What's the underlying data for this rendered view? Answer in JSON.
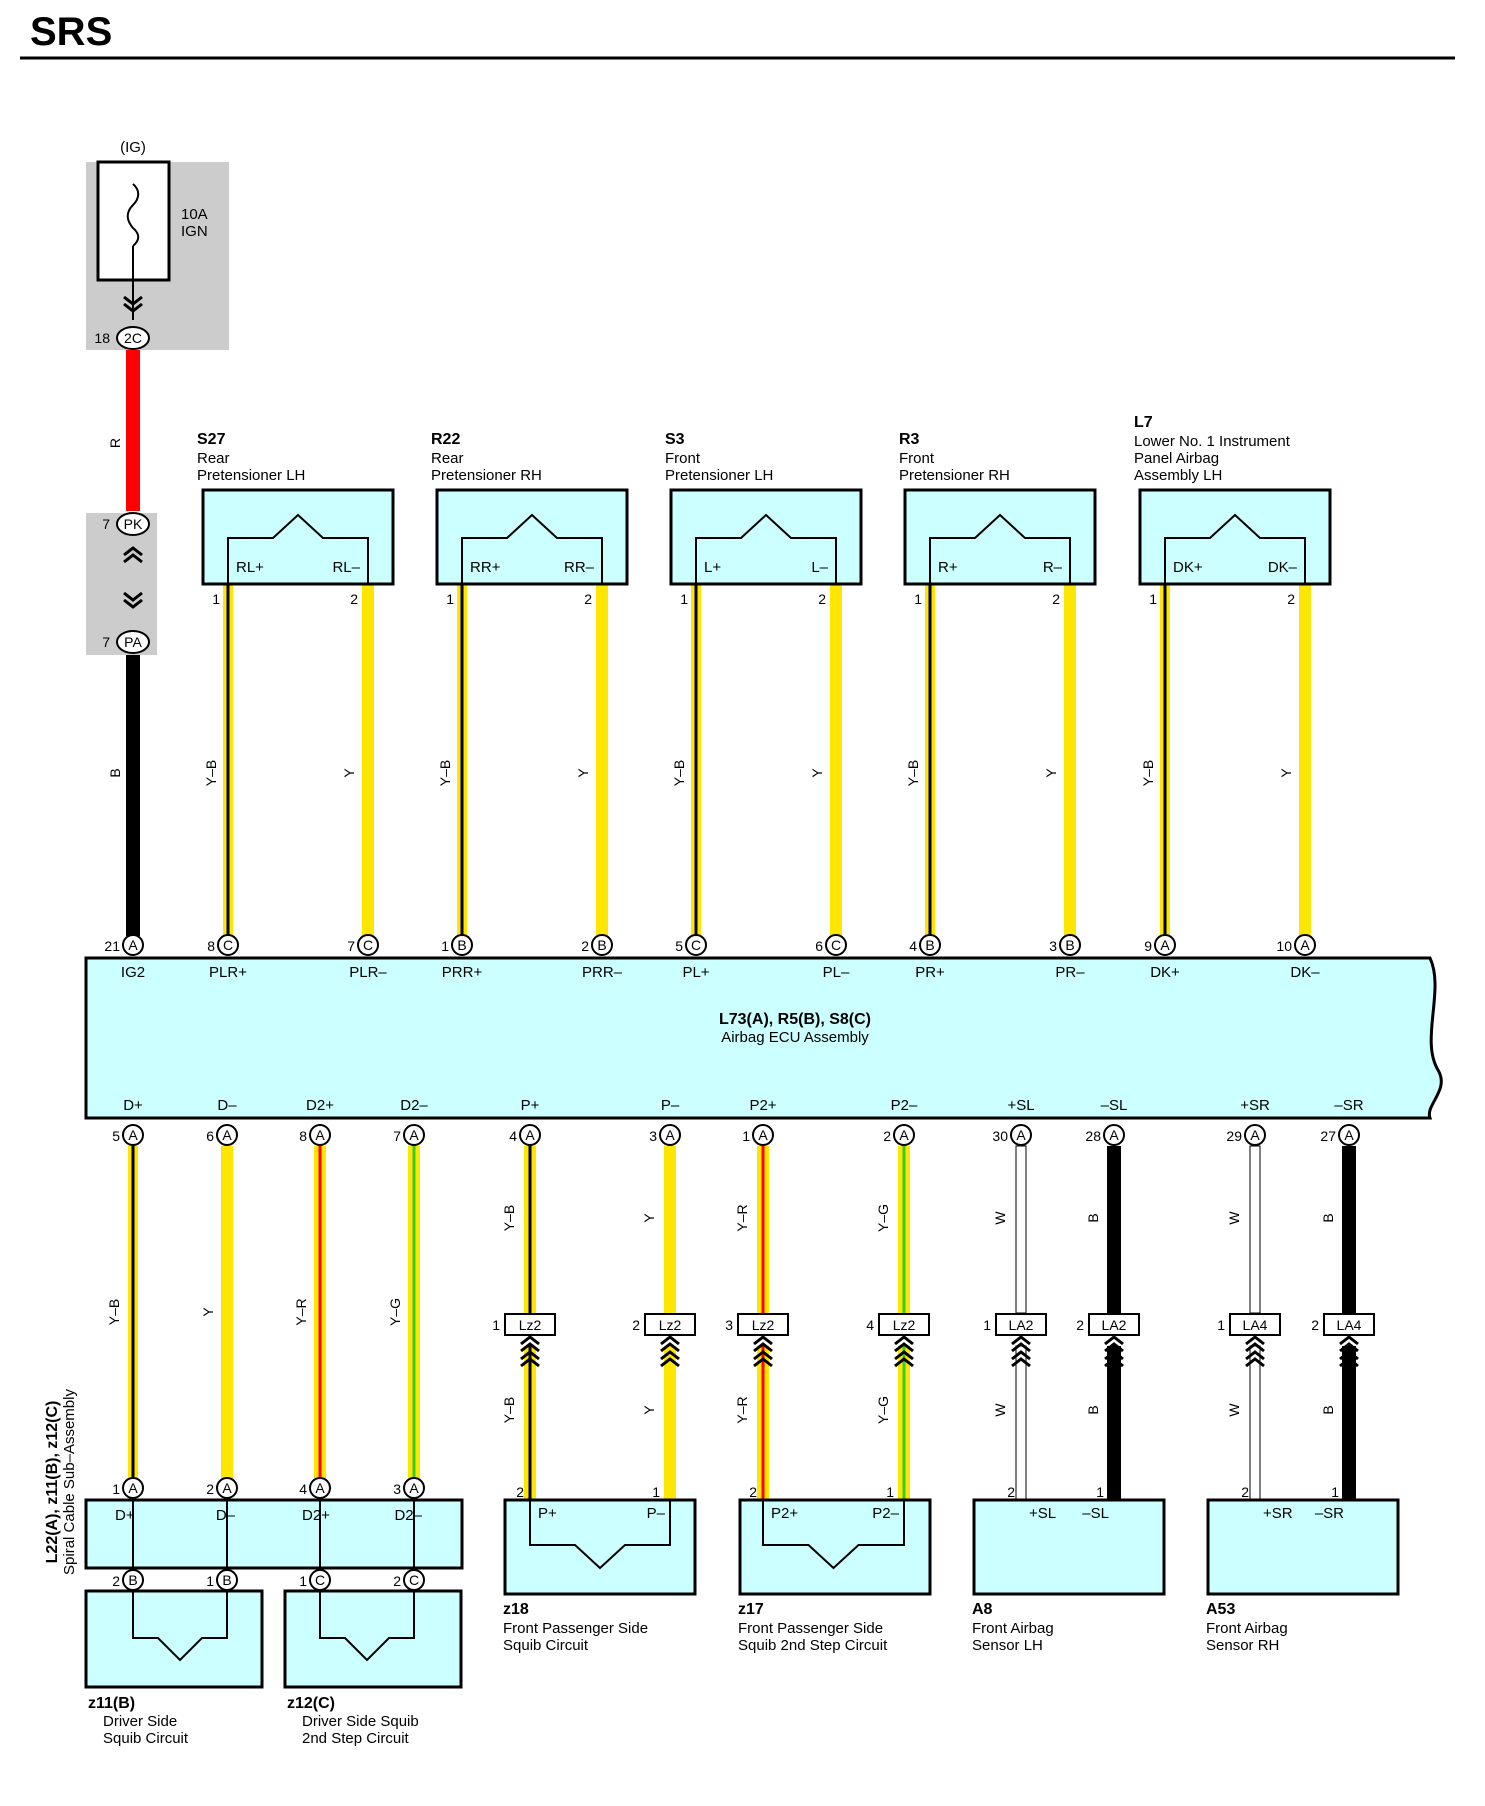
{
  "title": "SRS",
  "fuse": {
    "location": "(IG)",
    "rating": "10A",
    "name": "IGN",
    "connector": "2C",
    "pin": "18"
  },
  "junctions": [
    {
      "pin": "7",
      "code": "PK"
    },
    {
      "pin": "7",
      "code": "PA"
    }
  ],
  "supply_wires": [
    {
      "color": "R"
    },
    {
      "color": "B"
    }
  ],
  "ecu": {
    "code": "L73(A), R5(B), S8(C)",
    "name": "Airbag ECU Assembly",
    "top_pins": [
      {
        "num": "21",
        "conn": "A",
        "label": "IG2"
      },
      {
        "num": "8",
        "conn": "C",
        "label": "PLR+"
      },
      {
        "num": "7",
        "conn": "C",
        "label": "PLR–"
      },
      {
        "num": "1",
        "conn": "B",
        "label": "PRR+"
      },
      {
        "num": "2",
        "conn": "B",
        "label": "PRR–"
      },
      {
        "num": "5",
        "conn": "C",
        "label": "PL+"
      },
      {
        "num": "6",
        "conn": "C",
        "label": "PL–"
      },
      {
        "num": "4",
        "conn": "B",
        "label": "PR+"
      },
      {
        "num": "3",
        "conn": "B",
        "label": "PR–"
      },
      {
        "num": "9",
        "conn": "A",
        "label": "DK+"
      },
      {
        "num": "10",
        "conn": "A",
        "label": "DK–"
      }
    ],
    "bottom_pins": [
      {
        "num": "5",
        "conn": "A",
        "label": "D+"
      },
      {
        "num": "6",
        "conn": "A",
        "label": "D–"
      },
      {
        "num": "8",
        "conn": "A",
        "label": "D2+"
      },
      {
        "num": "7",
        "conn": "A",
        "label": "D2–"
      },
      {
        "num": "4",
        "conn": "A",
        "label": "P+"
      },
      {
        "num": "3",
        "conn": "A",
        "label": "P–"
      },
      {
        "num": "1",
        "conn": "A",
        "label": "P2+"
      },
      {
        "num": "2",
        "conn": "A",
        "label": "P2–"
      },
      {
        "num": "30",
        "conn": "A",
        "label": "+SL"
      },
      {
        "num": "28",
        "conn": "A",
        "label": "–SL"
      },
      {
        "num": "29",
        "conn": "A",
        "label": "+SR"
      },
      {
        "num": "27",
        "conn": "A",
        "label": "–SR"
      }
    ]
  },
  "top_components": [
    {
      "code": "S27",
      "lines": [
        "Rear",
        "Pretensioner LH"
      ],
      "pin_plus": "RL+",
      "pin_minus": "RL–",
      "num_plus": "1",
      "num_minus": "2",
      "wire_plus": "Y–B",
      "wire_minus": "Y"
    },
    {
      "code": "R22",
      "lines": [
        "Rear",
        "Pretensioner RH"
      ],
      "pin_plus": "RR+",
      "pin_minus": "RR–",
      "num_plus": "1",
      "num_minus": "2",
      "wire_plus": "Y–B",
      "wire_minus": "Y"
    },
    {
      "code": "S3",
      "lines": [
        "Front",
        "Pretensioner LH"
      ],
      "pin_plus": "L+",
      "pin_minus": "L–",
      "num_plus": "1",
      "num_minus": "2",
      "wire_plus": "Y–B",
      "wire_minus": "Y"
    },
    {
      "code": "R3",
      "lines": [
        "Front",
        "Pretensioner RH"
      ],
      "pin_plus": "R+",
      "pin_minus": "R–",
      "num_plus": "1",
      "num_minus": "2",
      "wire_plus": "Y–B",
      "wire_minus": "Y"
    },
    {
      "code": "L7",
      "lines": [
        "Lower No. 1 Instrument",
        "Panel Airbag",
        "Assembly LH"
      ],
      "pin_plus": "DK+",
      "pin_minus": "DK–",
      "num_plus": "1",
      "num_minus": "2",
      "wire_plus": "Y–B",
      "wire_minus": "Y"
    }
  ],
  "bottom_wires": [
    "Y–B",
    "Y",
    "Y–R",
    "Y–G",
    "Y–B",
    "Y",
    "Y–R",
    "Y–G",
    "W",
    "B",
    "W",
    "B"
  ],
  "inline_connectors": [
    {
      "pin": "1",
      "code": "Lz2"
    },
    {
      "pin": "2",
      "code": "Lz2"
    },
    {
      "pin": "3",
      "code": "Lz2"
    },
    {
      "pin": "4",
      "code": "Lz2"
    },
    {
      "pin": "1",
      "code": "LA2"
    },
    {
      "pin": "2",
      "code": "LA2"
    },
    {
      "pin": "1",
      "code": "LA4"
    },
    {
      "pin": "2",
      "code": "LA4"
    }
  ],
  "spiral_cable": {
    "title": "L22(A), z11(B), z12(C)",
    "name": "Spiral Cable Sub–Assembly",
    "top_pins": [
      {
        "num": "1",
        "conn": "A",
        "label": "D+"
      },
      {
        "num": "2",
        "conn": "A",
        "label": "D–"
      },
      {
        "num": "4",
        "conn": "A",
        "label": "D2+"
      },
      {
        "num": "3",
        "conn": "A",
        "label": "D2–"
      }
    ],
    "bottom_pins": [
      {
        "num": "2",
        "conn": "B"
      },
      {
        "num": "1",
        "conn": "B"
      },
      {
        "num": "1",
        "conn": "C"
      },
      {
        "num": "2",
        "conn": "C"
      }
    ]
  },
  "bottom_components": [
    {
      "code": "z11(B)",
      "lines": [
        "Driver Side",
        "Squib Circuit"
      ]
    },
    {
      "code": "z12(C)",
      "lines": [
        "Driver Side Squib",
        "2nd Step Circuit"
      ]
    },
    {
      "code": "z18",
      "lines": [
        "Front Passenger Side",
        "Squib Circuit"
      ],
      "pin_plus": "P+",
      "pin_minus": "P–",
      "num_plus": "2",
      "num_minus": "1"
    },
    {
      "code": "z17",
      "lines": [
        "Front Passenger Side",
        "Squib 2nd Step Circuit"
      ],
      "pin_plus": "P2+",
      "pin_minus": "P2–",
      "num_plus": "2",
      "num_minus": "1"
    },
    {
      "code": "A8",
      "lines": [
        "Front Airbag",
        "Sensor LH"
      ],
      "pin_plus": "+SL",
      "pin_minus": "–SL",
      "num_plus": "2",
      "num_minus": "1"
    },
    {
      "code": "A53",
      "lines": [
        "Front Airbag",
        "Sensor RH"
      ],
      "pin_plus": "+SR",
      "pin_minus": "–SR",
      "num_plus": "2",
      "num_minus": "1"
    }
  ],
  "colors": {
    "yellow": "#ffe600",
    "red": "#ff0000",
    "green": "#33cc33",
    "black": "#000000",
    "box_fill": "#ccffff",
    "gray": "#cccccc"
  }
}
